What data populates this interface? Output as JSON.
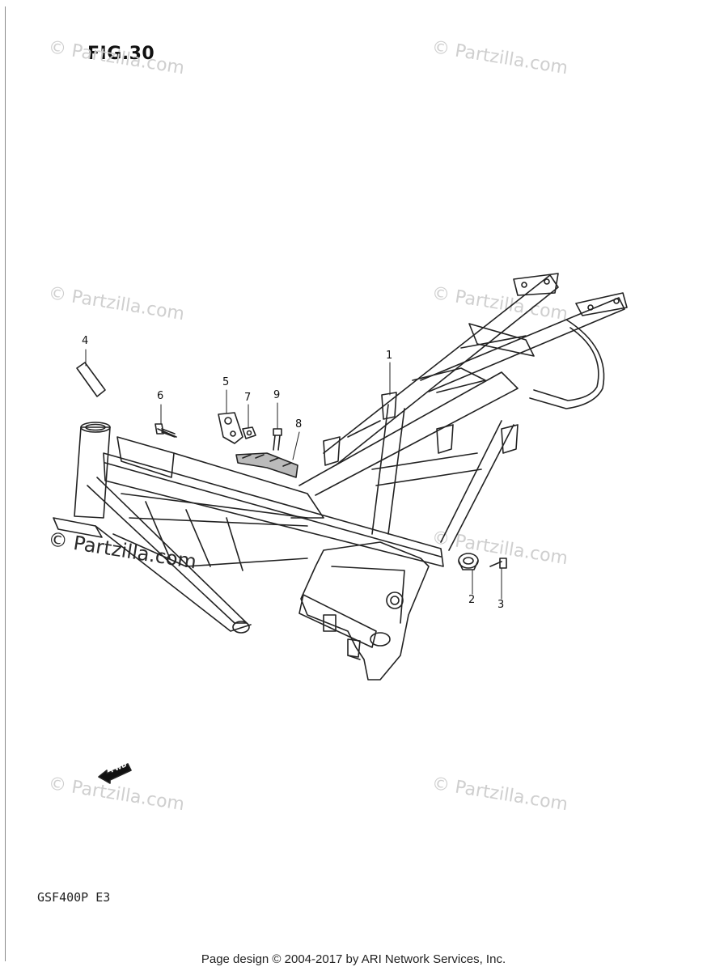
{
  "figure": {
    "title": "FIG.30"
  },
  "model_code": "GSF400P  E3",
  "footer": "Page design © 2004-2017 by ARI Network Services, Inc.",
  "watermark_text": "© Partzilla.com",
  "fwd_label": "FWD",
  "callouts": [
    "1",
    "2",
    "3",
    "4",
    "5",
    "6",
    "7",
    "8",
    "9"
  ]
}
